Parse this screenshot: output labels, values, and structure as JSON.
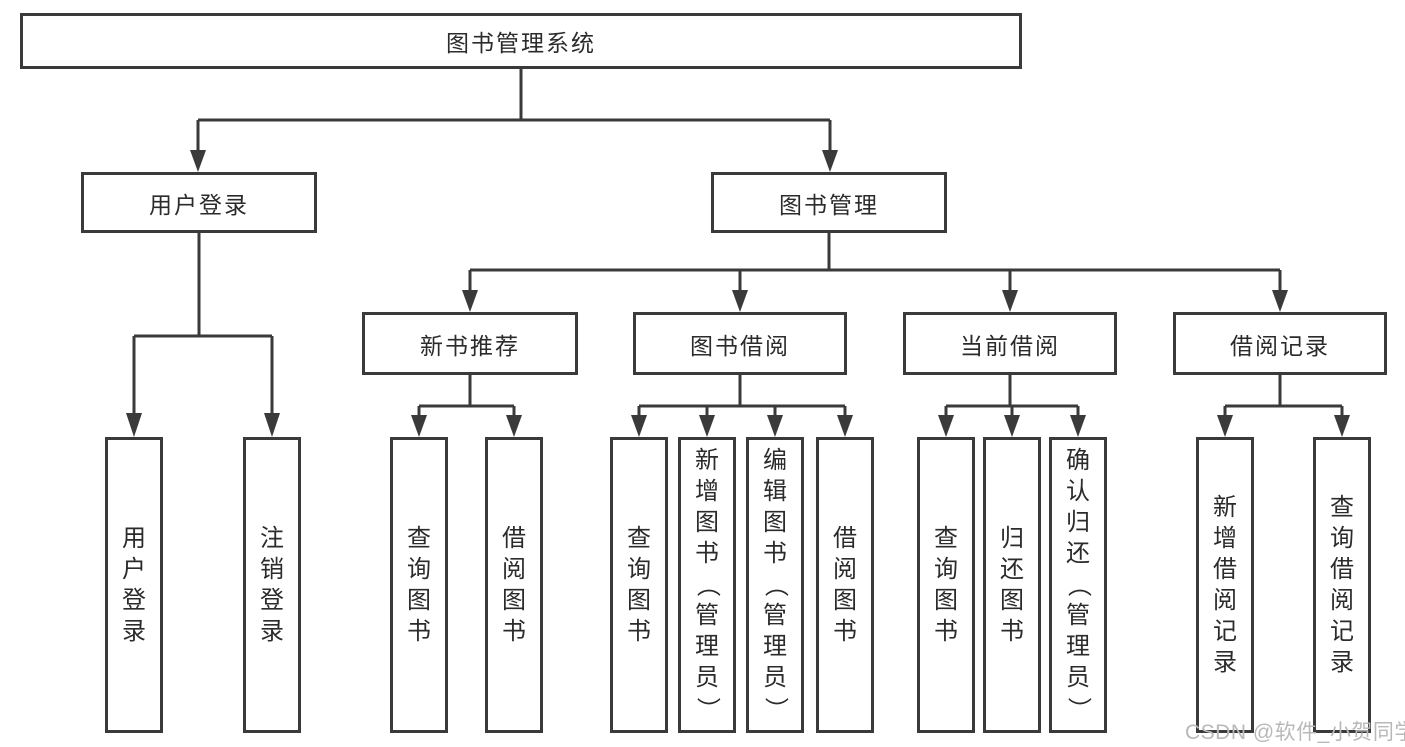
{
  "tree": {
    "root": {
      "label": "图书管理系统",
      "children": [
        {
          "label": "用户登录",
          "children": [
            {
              "label": "用户登录"
            },
            {
              "label": "注销登录"
            }
          ]
        },
        {
          "label": "图书管理",
          "children": [
            {
              "label": "新书推荐",
              "children": [
                {
                  "label": "查询图书"
                },
                {
                  "label": "借阅图书"
                }
              ]
            },
            {
              "label": "图书借阅",
              "children": [
                {
                  "label": "查询图书"
                },
                {
                  "label": "新增图书（管理员）"
                },
                {
                  "label": "编辑图书（管理员）"
                },
                {
                  "label": "借阅图书"
                }
              ]
            },
            {
              "label": "当前借阅",
              "children": [
                {
                  "label": "查询图书"
                },
                {
                  "label": "归还图书"
                },
                {
                  "label": "确认归还（管理员）"
                }
              ]
            },
            {
              "label": "借阅记录",
              "children": [
                {
                  "label": "新增借阅记录"
                },
                {
                  "label": "查询借阅记录"
                }
              ]
            }
          ]
        }
      ]
    }
  },
  "watermark": {
    "text": "CSDN @软件_小贺同学"
  },
  "colors": {
    "line": "#3a3a3a",
    "text": "#2b2b2b",
    "watermark": "#b9b9b9",
    "background": "#ffffff"
  }
}
